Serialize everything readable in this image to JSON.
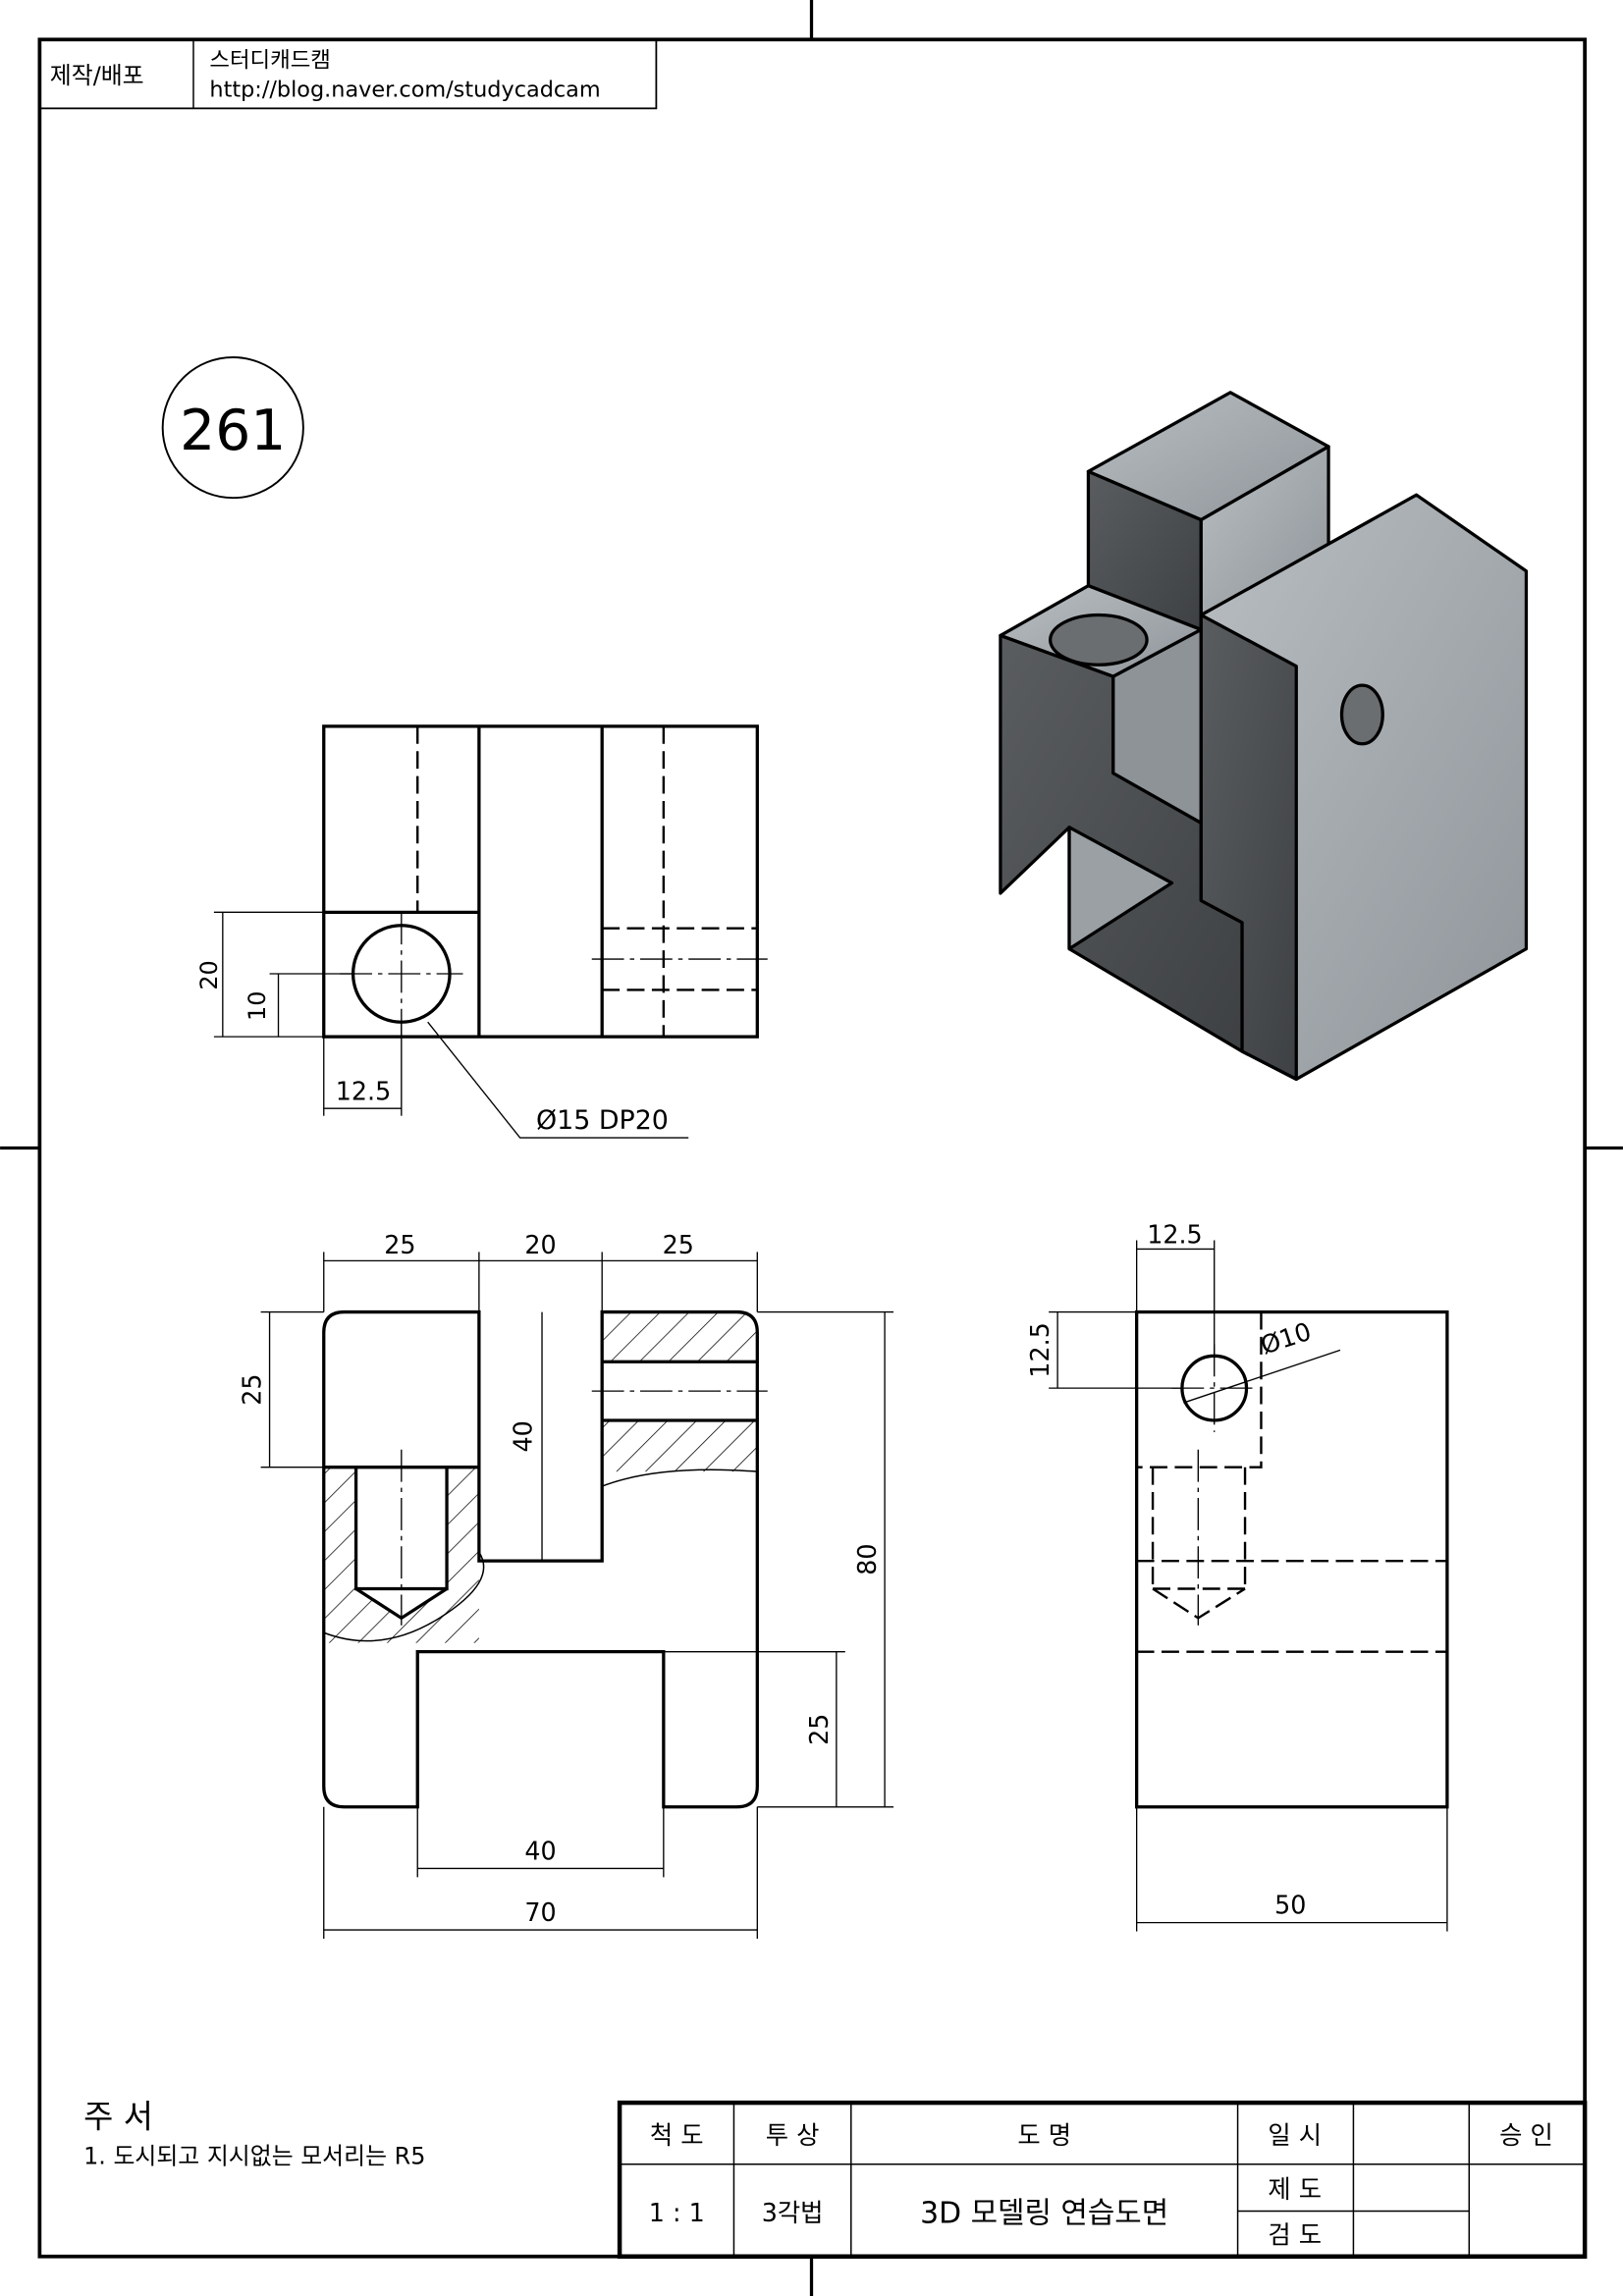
{
  "header": {
    "label": "제작/배포",
    "author": "스터디캐드캠",
    "url": "http://blog.naver.com/studycadcam"
  },
  "drawing_number": "261",
  "top_view": {
    "dims": [
      "20",
      "10",
      "12.5"
    ],
    "callout": "Ø15 DP20"
  },
  "front_view": {
    "dims": [
      "25",
      "20",
      "25",
      "25",
      "40",
      "80",
      "25",
      "40",
      "70"
    ]
  },
  "side_view": {
    "dims": [
      "12.5",
      "12.5",
      "50"
    ],
    "callout": "Ø10"
  },
  "notes": {
    "title": "주  서",
    "items": [
      "1. 도시되고 지시없는 모서리는 R5"
    ]
  },
  "title_block": {
    "scale_label": "척  도",
    "projection_label": "투  상",
    "name_label": "도      명",
    "date_label": "일  시",
    "approval_label": "승  인",
    "scale": "1 : 1",
    "projection": "3각법",
    "name": "3D 모델링 연습도면",
    "drawn_label": "제  도",
    "checked_label": "검  도"
  },
  "colors": {
    "line": "#000000",
    "shade_dark": "#4a4d50",
    "shade_light": "#a9aeb2"
  }
}
